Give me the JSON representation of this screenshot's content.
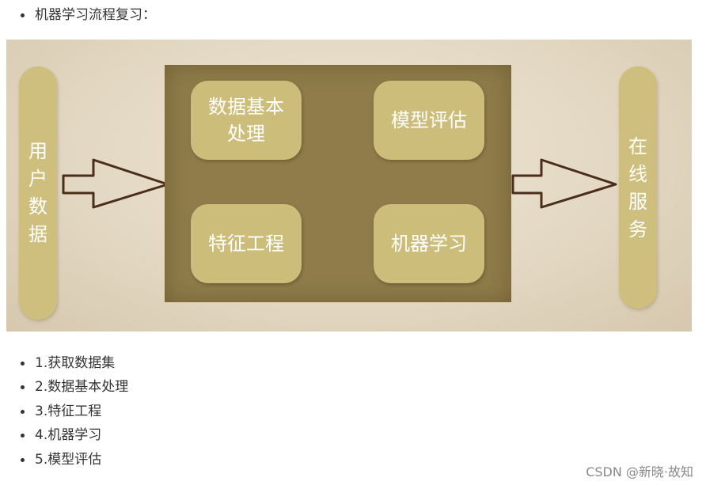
{
  "intro": {
    "text": "机器学习流程复习："
  },
  "diagram": {
    "left_pill": [
      "用",
      "户",
      "数",
      "据"
    ],
    "right_pill": [
      "在",
      "线",
      "服",
      "务"
    ],
    "nodes": {
      "data_processing": [
        "数据基本",
        "处理"
      ],
      "model_eval": "模型评估",
      "feature_eng": "特征工程",
      "ml": "机器学习"
    }
  },
  "steps": [
    "1.获取数据集",
    "2.数据基本处理",
    "3.特征工程",
    "4.机器学习",
    "5.模型评估"
  ],
  "watermark": "CSDN @新晓·故知"
}
